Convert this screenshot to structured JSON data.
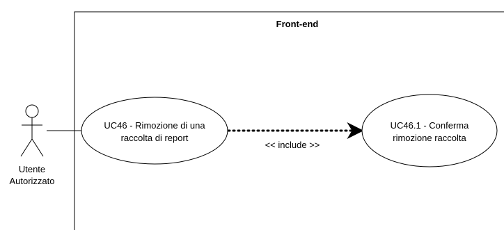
{
  "boundary": {
    "title": "Front-end"
  },
  "actor": {
    "line1": "Utente",
    "line2": "Autorizzato"
  },
  "use_cases": [
    {
      "line1": "UC46 - Rimozione di una",
      "line2": "raccolta di report"
    },
    {
      "line1": "UC46.1 - Conferma",
      "line2": "rimozione raccolta"
    }
  ],
  "relation": {
    "label": "<< include >>"
  }
}
